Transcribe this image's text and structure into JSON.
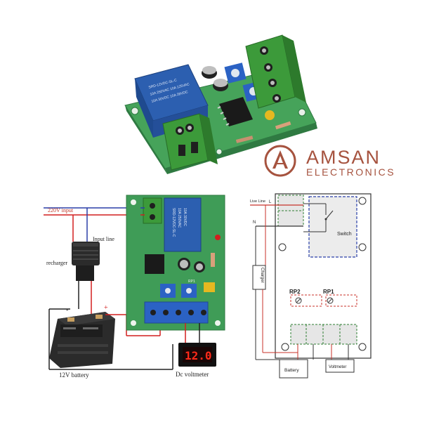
{
  "brand": {
    "name": "AMSAN",
    "tagline": "ELECTRONICS",
    "color": "#a6533f"
  },
  "wiring_diagram": {
    "ac_input_label": "220V input",
    "input_line_label": "Input line",
    "recharger_label": "recharger",
    "battery_label": "12V battery",
    "voltmeter_label": "Dc voltmeter",
    "voltmeter_reading": "12.0",
    "battery_minus": "-",
    "battery_plus": "+",
    "pot_label": "RP1"
  },
  "schematic": {
    "live_line_label": "Live Line",
    "live_line_letter": "L",
    "neutral_letter": "N",
    "switch_label": "Switch",
    "charger_label": "Charger",
    "rp2_label": "RP2",
    "rp1_label": "RP1",
    "battery_label": "Battery",
    "voltmeter_label": "Voltmeter"
  },
  "colors": {
    "pcb_green": "#3f9c57",
    "relay_blue": "#2c5fb0",
    "terminal_green": "#3c9a3a",
    "wire_red": "#d21f1f",
    "wire_blue": "#2a3fa8",
    "dashed_blue": "#2a3fa8",
    "dashed_red": "#c8322a",
    "dashed_green": "#2e7d32"
  }
}
